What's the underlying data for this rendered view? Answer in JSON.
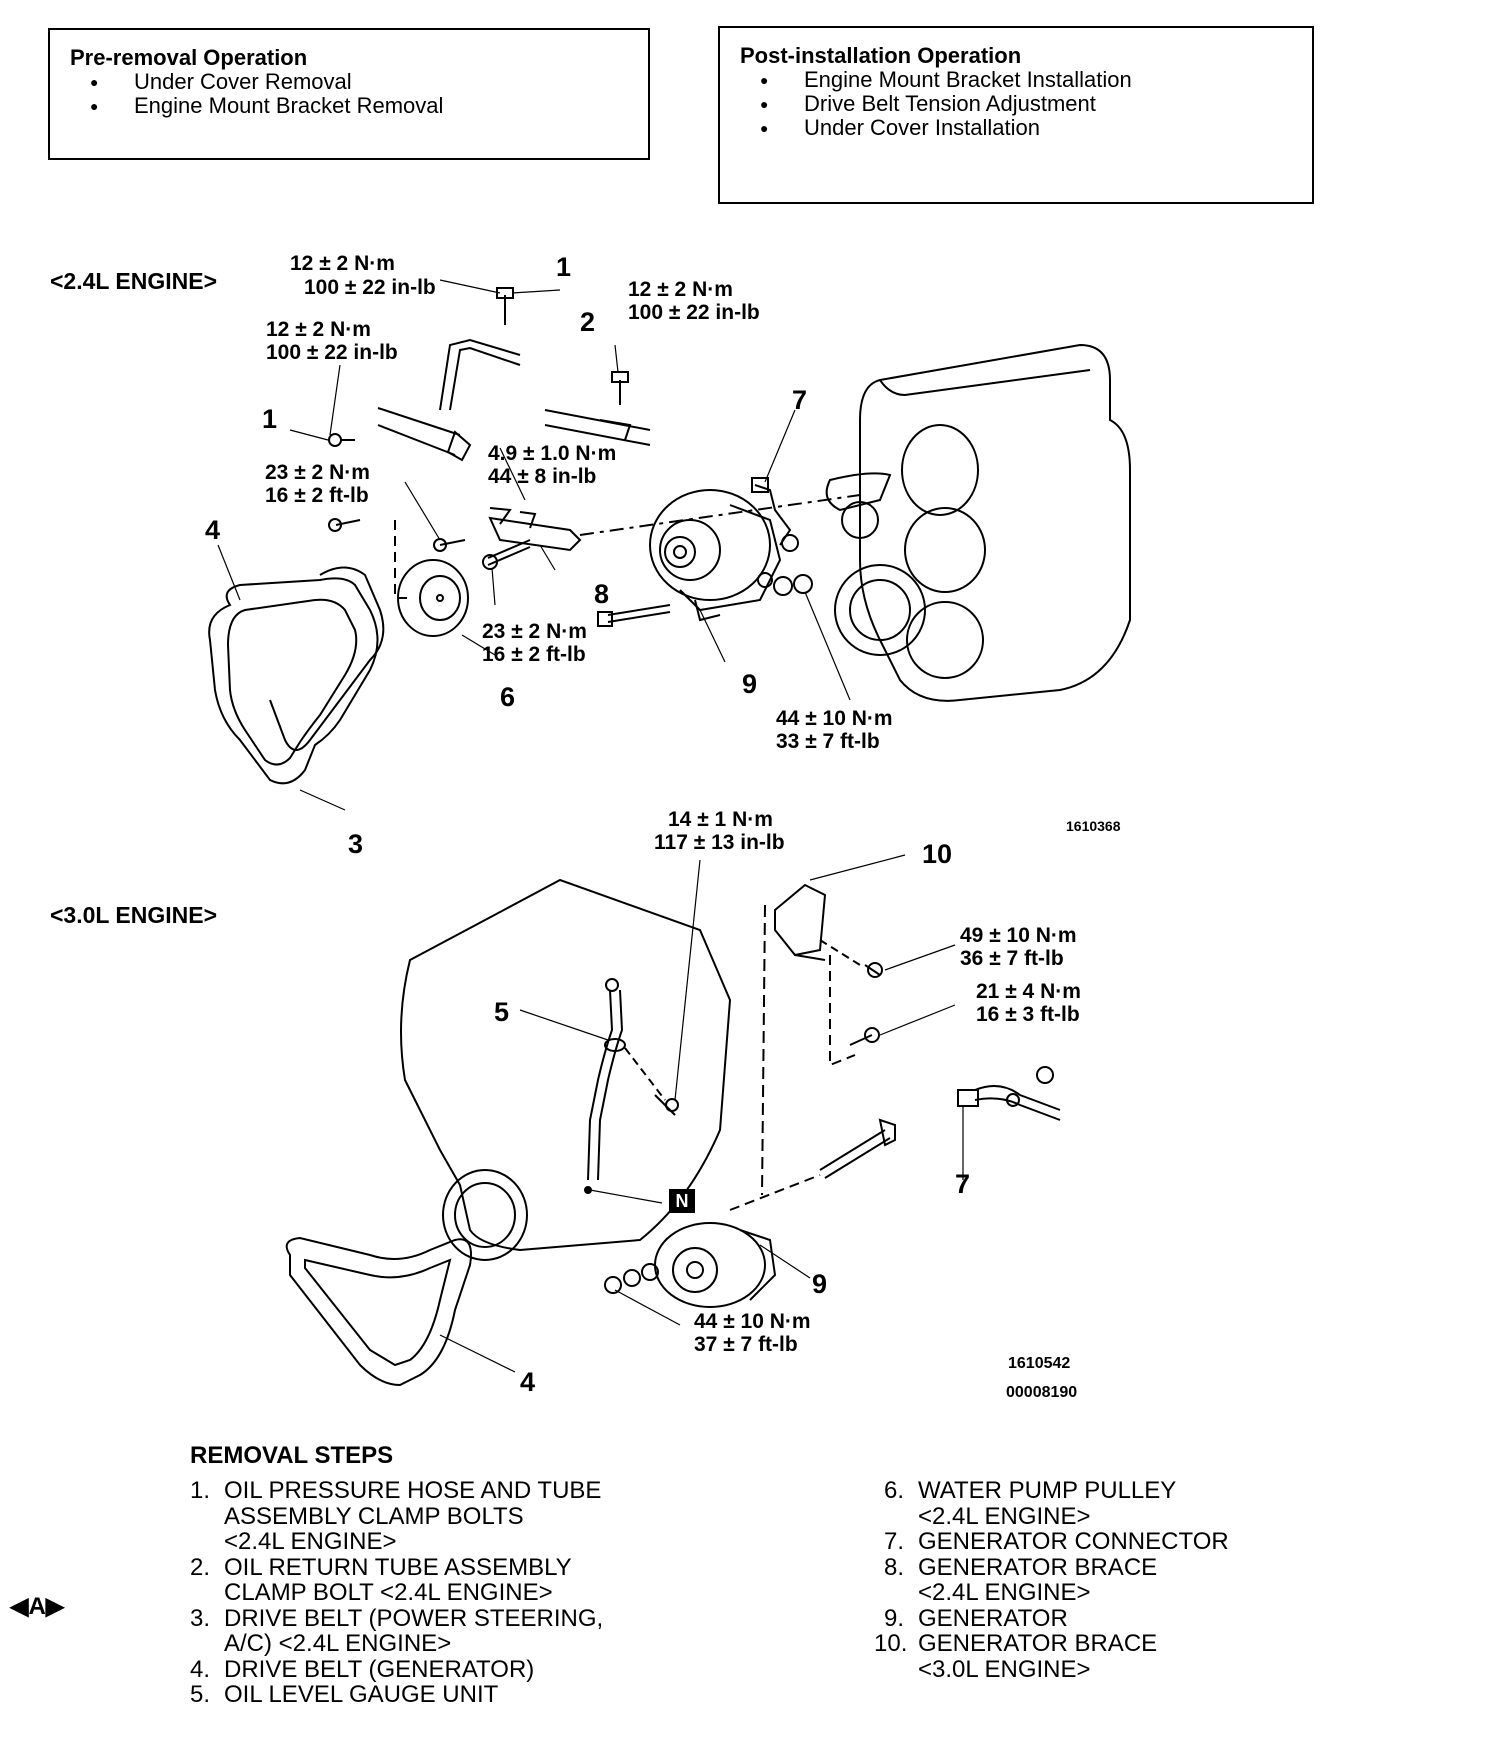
{
  "pre_removal": {
    "title": "Pre-removal Operation",
    "items": [
      "Under Cover Removal",
      "Engine Mount Bracket Removal"
    ]
  },
  "post_installation": {
    "title": "Post-installation Operation",
    "items": [
      "Engine Mount Bracket Installation",
      "Drive Belt Tension Adjustment",
      "Under Cover Installation"
    ]
  },
  "engine_24": {
    "heading": "<2.4L ENGINE>",
    "torques": {
      "t1a_nm": "12 ± 2 N·m",
      "t1a_in": "100 ± 22 in-lb",
      "t2_nm": "12 ± 2 N·m",
      "t2_in": "100 ± 22 in-lb",
      "t1b_nm": "12 ± 2 N·m",
      "t1b_in": "100 ± 22 in-lb",
      "t4_nm": "4.9 ± 1.0 N·m",
      "t4_in": "44 ± 8 in-lb",
      "t23a_nm": "23 ± 2 N·m",
      "t23a_ft": "16 ± 2 ft-lb",
      "t23b_nm": "23 ± 2 N·m",
      "t23b_ft": "16 ± 2 ft-lb",
      "t44_nm": "44 ± 10 N·m",
      "t44_ft": "33 ± 7 ft-lb"
    },
    "callouts": [
      "1",
      "2",
      "1",
      "7",
      "4",
      "8",
      "6",
      "9",
      "3"
    ],
    "figure_code": "1610368"
  },
  "engine_30": {
    "heading": "<3.0L ENGINE>",
    "torques": {
      "t14_nm": "14 ± 1 N·m",
      "t14_in": "117 ± 13 in-lb",
      "t49_nm": "49 ± 10 N·m",
      "t49_ft": "36 ± 7 ft-lb",
      "t21_nm": "21 ± 4 N·m",
      "t21_ft": "16 ± 3 ft-lb",
      "t44_nm": "44 ± 10 N·m",
      "t44_ft": "37 ± 7 ft-lb"
    },
    "callouts": [
      "10",
      "5",
      "7",
      "9",
      "4"
    ],
    "n_marker": "N",
    "figure_code": "1610542",
    "doc_code": "00008190"
  },
  "removal_steps": {
    "title": "REMOVAL STEPS",
    "left": [
      {
        "n": "1.",
        "text": "OIL PRESSURE HOSE AND TUBE"
      },
      {
        "n": "",
        "text": "ASSEMBLY CLAMP BOLTS"
      },
      {
        "n": "",
        "text": "<2.4L ENGINE>"
      },
      {
        "n": "2.",
        "text": "OIL RETURN TUBE ASSEMBLY"
      },
      {
        "n": "",
        "text": "CLAMP BOLT <2.4L ENGINE>"
      },
      {
        "n": "3.",
        "text": "DRIVE BELT (POWER STEERING,"
      },
      {
        "n": "",
        "text": "A/C) <2.4L ENGINE>"
      },
      {
        "n": "4.",
        "text": "DRIVE BELT (GENERATOR)"
      },
      {
        "n": "5.",
        "text": "OIL LEVEL GAUGE UNIT"
      }
    ],
    "right": [
      {
        "n": "6.",
        "text": "WATER PUMP PULLEY"
      },
      {
        "n": "",
        "text": "<2.4L ENGINE>"
      },
      {
        "n": "7.",
        "text": "GENERATOR CONNECTOR"
      },
      {
        "n": "8.",
        "text": "GENERATOR BRACE"
      },
      {
        "n": "",
        "text": "<2.4L ENGINE>"
      },
      {
        "n": "9.",
        "text": "GENERATOR"
      },
      {
        "n": "10.",
        "text": "GENERATOR BRACE"
      },
      {
        "n": "",
        "text": "<3.0L ENGINE>"
      }
    ],
    "nav_marker": "◀A▶"
  }
}
